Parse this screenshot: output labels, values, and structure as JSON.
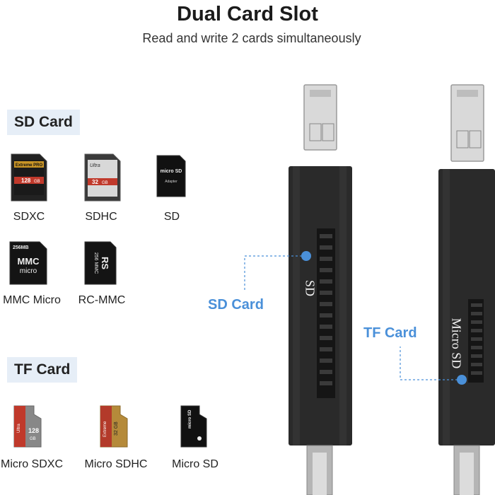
{
  "header": {
    "title": "Dual Card Slot",
    "subtitle": "Read and write 2 cards simultaneously"
  },
  "sd_section": {
    "heading": "SD Card",
    "cards": [
      {
        "label": "SDXC",
        "icon": "sdxc-card-icon",
        "card_text": [
          "Extreme PRO",
          "128 GB"
        ]
      },
      {
        "label": "SDHC",
        "icon": "sdhc-card-icon",
        "card_text": [
          "Ultra",
          "32 GB"
        ]
      },
      {
        "label": "SD",
        "icon": "sd-adapter-icon",
        "card_text": [
          "micro SD",
          "Adapter"
        ]
      },
      {
        "label": "MMC Micro",
        "icon": "mmc-micro-card-icon",
        "card_text": [
          "256MB",
          "MMC micro"
        ]
      },
      {
        "label": "RC-MMC",
        "icon": "rc-mmc-card-icon",
        "card_text": [
          "RS",
          "256 MMC"
        ]
      }
    ]
  },
  "tf_section": {
    "heading": "TF Card",
    "cards": [
      {
        "label": "Micro SDXC",
        "icon": "micro-sdxc-card-icon",
        "card_text": [
          "Ultra",
          "128 GB"
        ]
      },
      {
        "label": "Micro SDHC",
        "icon": "micro-sdhc-card-icon",
        "card_text": [
          "Extreme",
          "32 GB"
        ]
      },
      {
        "label": "Micro SD",
        "icon": "micro-sd-card-icon",
        "card_text": [
          "micro SD"
        ]
      }
    ]
  },
  "devices": {
    "left_slot_text": "SD",
    "right_slot_text": "Micro SD",
    "callout_sd": "SD Card",
    "callout_tf": "TF Card"
  },
  "colors": {
    "accent": "#4a90d9",
    "tag_background": "#e6eef7",
    "device_body": "#2a2a2a"
  }
}
